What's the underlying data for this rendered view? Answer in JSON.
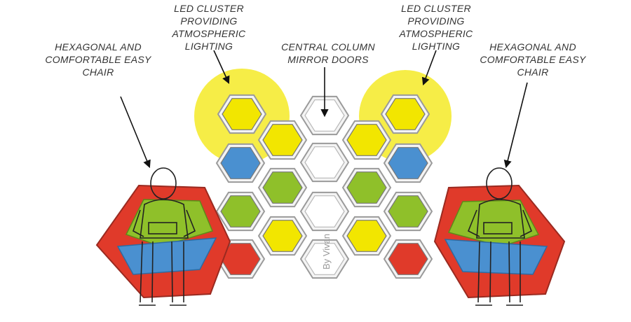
{
  "labels": {
    "led_left": [
      "LED CLUSTER",
      "PROVIDING",
      "ATMOSPHERIC",
      "LIGHTING"
    ],
    "led_right": [
      "LED CLUSTER",
      "PROVIDING",
      "ATMOSPHERIC",
      "LIGHTING"
    ],
    "chair_left": [
      "HEXAGONAL AND",
      "COMFORTABLE EASY",
      "CHAIR"
    ],
    "chair_right": [
      "HEXAGONAL AND",
      "COMFORTABLE EASY",
      "CHAIR"
    ],
    "center": [
      "CENTRAL COLUMN",
      "MIRROR DOORS"
    ],
    "watermark": "By Vivan"
  },
  "colors": {
    "yellow": "#f2e600",
    "green": "#8fc02a",
    "blue": "#4a90d0",
    "red": "#e03a2a",
    "white_cell": "#ffffff",
    "glow": "#f2e600",
    "text": "#333333"
  }
}
